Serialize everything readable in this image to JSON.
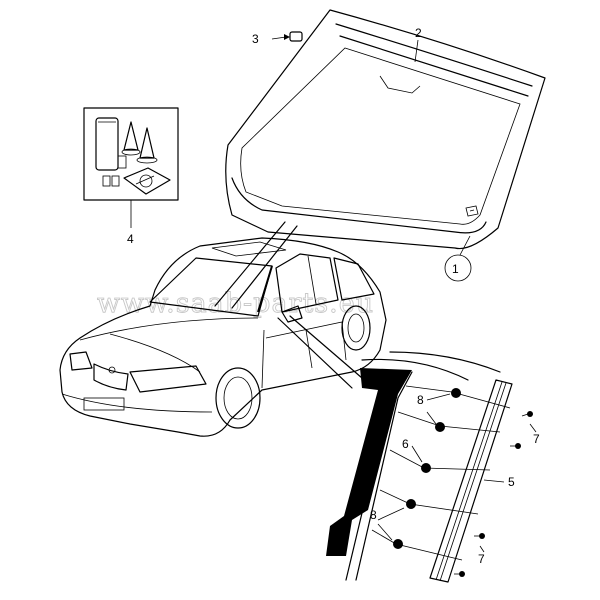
{
  "watermark": "www.saab-parts.eu",
  "callouts": {
    "n1": "1",
    "n2": "2",
    "n3": "3",
    "n4": "4",
    "n5": "5",
    "n6": "6",
    "n7a": "7",
    "n7b": "7",
    "n8a": "8",
    "n8b": "8"
  },
  "colors": {
    "line": "#000000",
    "watermark": "#c8c8c8",
    "background": "#ffffff"
  }
}
